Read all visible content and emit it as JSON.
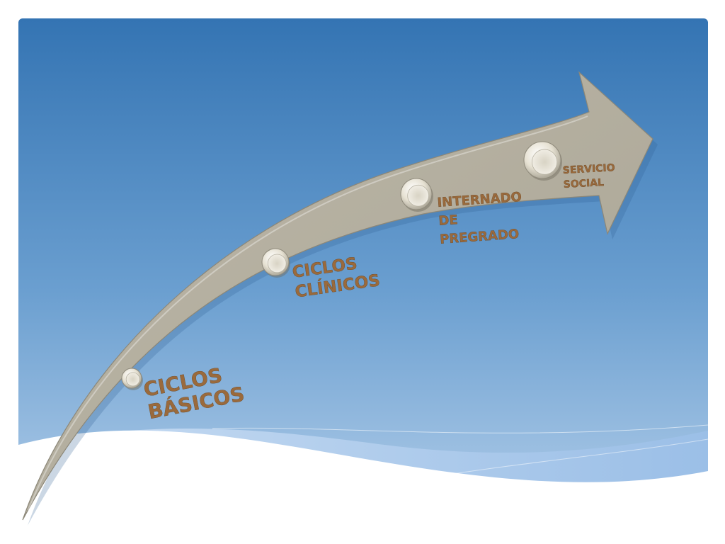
{
  "colors": {
    "sky_top": "#3474b3",
    "sky_bottom": "#a9c8e6",
    "arrow_fill": "#b3ae9f",
    "arrow_edge": "#8c8778",
    "label_color": "#9a6a3c",
    "wave_light": "#a7c6ea"
  },
  "stages": [
    {
      "icon": "circle-marker-icon",
      "lines": [
        "CICLOS",
        "BÁSICOS"
      ]
    },
    {
      "icon": "circle-marker-icon",
      "lines": [
        "CICLOS",
        "CLÍNICOS"
      ]
    },
    {
      "icon": "circle-marker-icon",
      "lines": [
        "INTERNADO",
        "DE",
        "PREGRADO"
      ]
    },
    {
      "icon": "circle-marker-icon",
      "lines": [
        "SERVICIO",
        "SOCIAL"
      ]
    }
  ]
}
